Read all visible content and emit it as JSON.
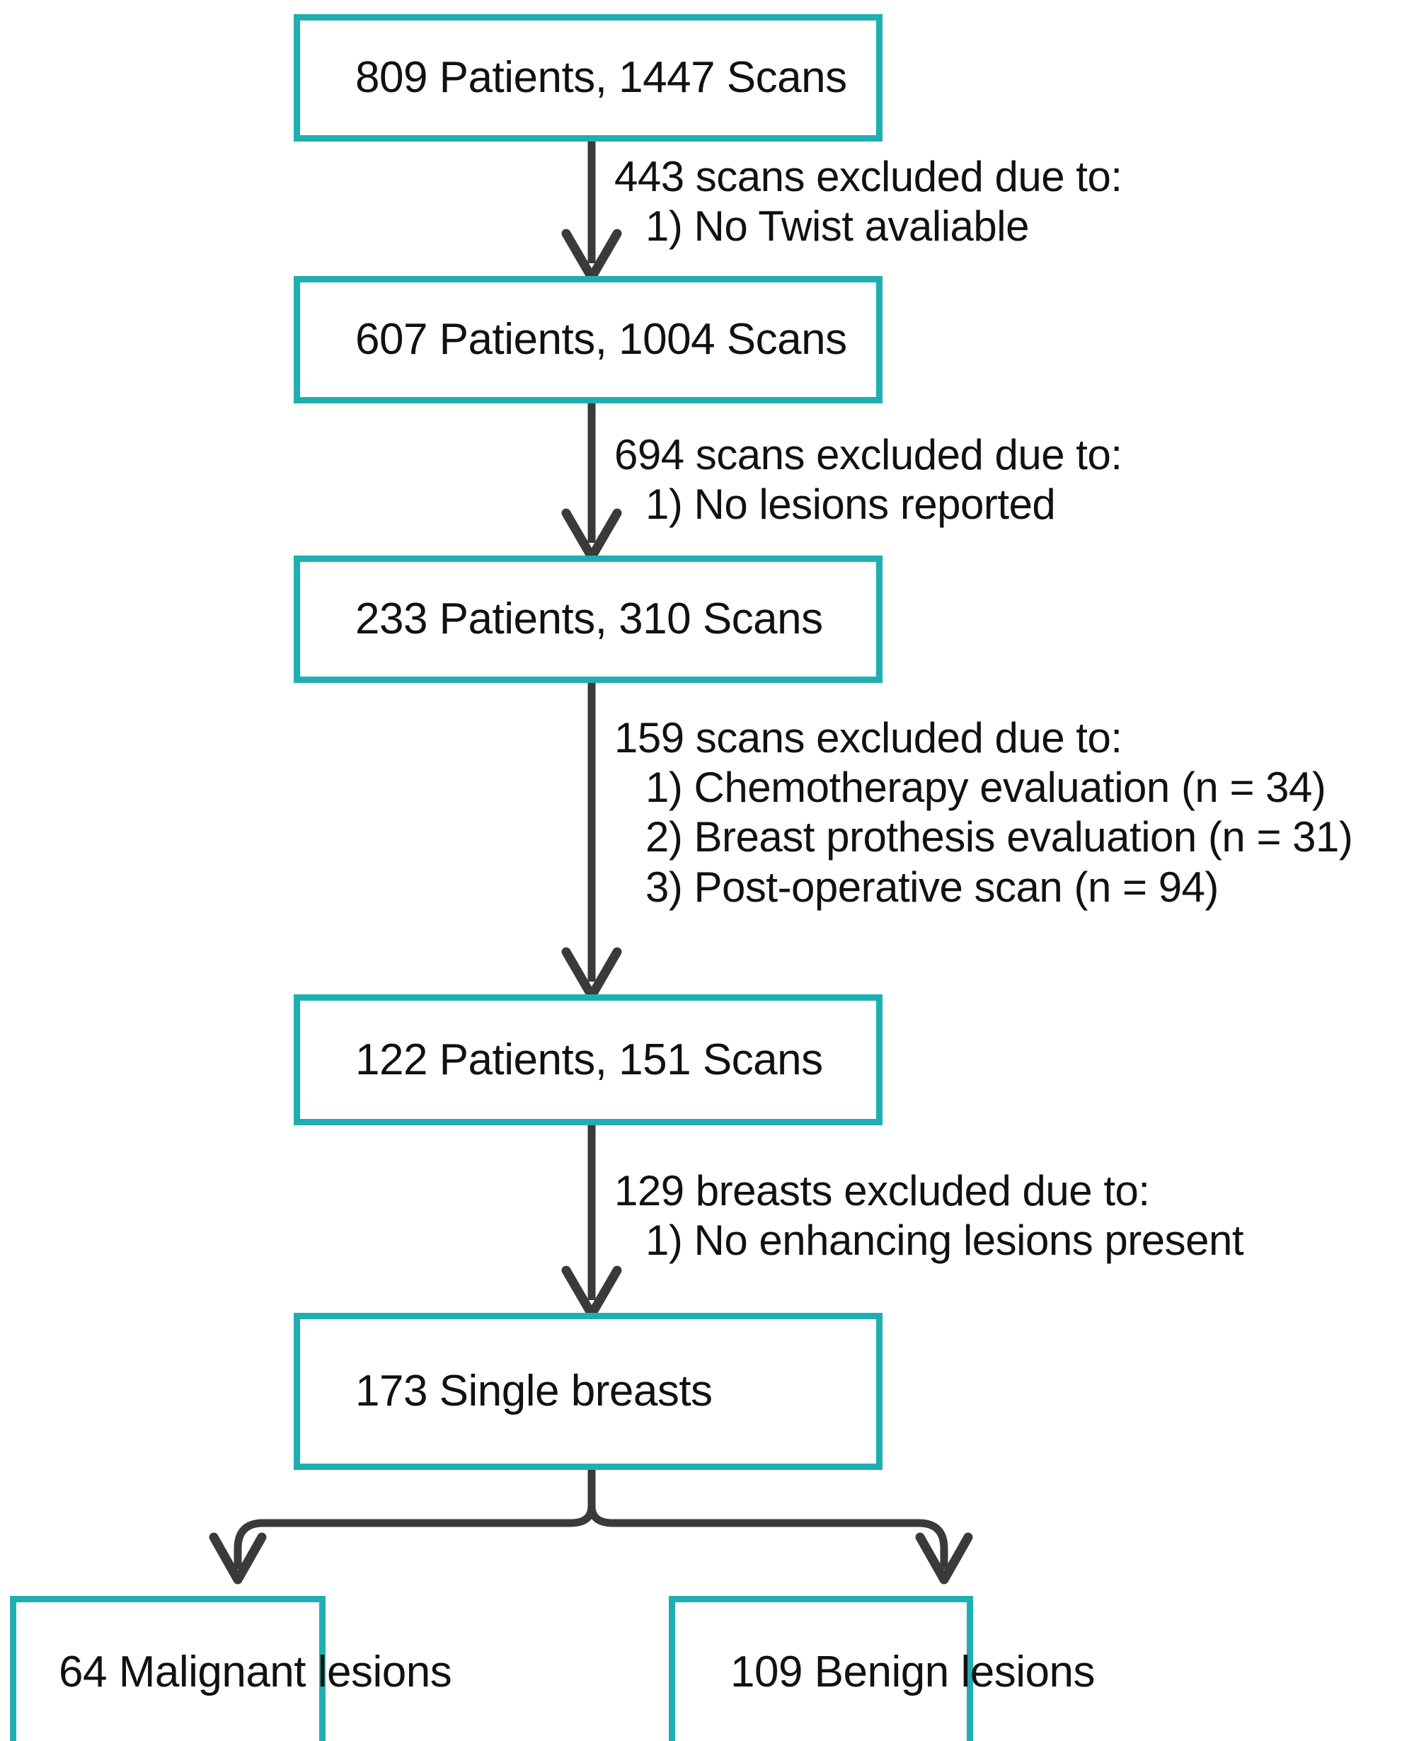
{
  "figure": {
    "type": "flowchart",
    "orientation": "top-to-bottom",
    "accent_color": "#1FAFB0",
    "connector_color": "#3A3A3A",
    "text_color": "#111111"
  },
  "nodes": [
    {
      "id": "n1",
      "label": "809 Patients, 1447 Scans"
    },
    {
      "id": "n2",
      "label": "607 Patients, 1004 Scans"
    },
    {
      "id": "n3",
      "label": "233 Patients, 310 Scans"
    },
    {
      "id": "n4",
      "label": "122 Patients, 151 Scans"
    },
    {
      "id": "n5",
      "label": "173 Single breasts"
    },
    {
      "id": "n6",
      "label": "64 Malignant lesions"
    },
    {
      "id": "n7",
      "label": "109 Benign lesions"
    }
  ],
  "exclusions": [
    {
      "id": "e1",
      "heading": "443 scans excluded due to:",
      "items": [
        "1) No Twist avaliable"
      ]
    },
    {
      "id": "e2",
      "heading": "694 scans excluded due to:",
      "items": [
        "1) No lesions reported"
      ]
    },
    {
      "id": "e3",
      "heading": "159 scans excluded due to:",
      "items": [
        "1) Chemotherapy evaluation (n = 34)",
        "2) Breast prothesis evaluation (n = 31)",
        "3) Post-operative scan (n = 94)"
      ]
    },
    {
      "id": "e4",
      "heading": "129 breasts excluded due to:",
      "items": [
        "1) No enhancing lesions present"
      ]
    }
  ]
}
